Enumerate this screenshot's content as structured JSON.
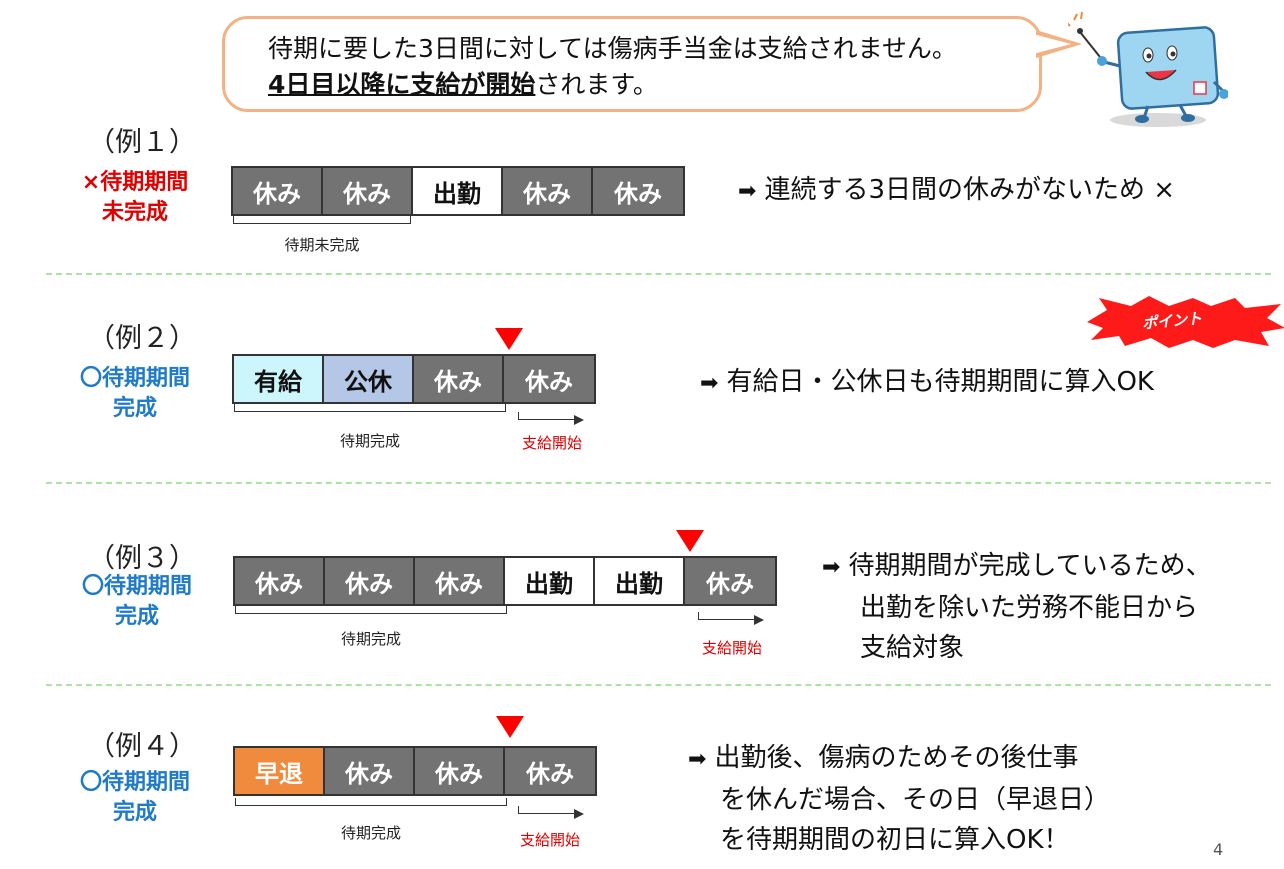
{
  "bubble": {
    "line1": "待期に要した3日間に対しては傷病手当金は支給されません。",
    "line2_bold": "4日目以降に支給が開始",
    "line2_rest": "されます。"
  },
  "examples": [
    {
      "label": "（例１）",
      "status_line1": "×待期期間",
      "status_line2": "未完成",
      "status_kind": "ng",
      "days": [
        {
          "text": "休み",
          "kind": "rest"
        },
        {
          "text": "休み",
          "kind": "rest"
        },
        {
          "text": "出勤",
          "kind": "work"
        },
        {
          "text": "休み",
          "kind": "rest"
        },
        {
          "text": "休み",
          "kind": "rest"
        }
      ],
      "brace_label": "待期未完成",
      "pay_label": "",
      "explanation": [
        "連続する3日間の休みがないため ×"
      ]
    },
    {
      "label": "（例２）",
      "status_line1": "〇待期期間",
      "status_line2": "完成",
      "status_kind": "ok",
      "days": [
        {
          "text": "有給",
          "kind": "paid"
        },
        {
          "text": "公休",
          "kind": "holiday"
        },
        {
          "text": "休み",
          "kind": "rest"
        },
        {
          "text": "休み",
          "kind": "rest"
        }
      ],
      "brace_label": "待期完成",
      "pay_label": "支給開始",
      "explanation": [
        "有給日・公休日も待期期間に算入OK"
      ]
    },
    {
      "label": "（例３）",
      "status_line1": "〇待期期間",
      "status_line2": "完成",
      "status_kind": "ok",
      "days": [
        {
          "text": "休み",
          "kind": "rest"
        },
        {
          "text": "休み",
          "kind": "rest"
        },
        {
          "text": "休み",
          "kind": "rest"
        },
        {
          "text": "出勤",
          "kind": "work"
        },
        {
          "text": "出勤",
          "kind": "work"
        },
        {
          "text": "休み",
          "kind": "rest"
        }
      ],
      "brace_label": "待期完成",
      "pay_label": "支給開始",
      "explanation": [
        "待期期間が完成しているため、",
        "出勤を除いた労務不能日から",
        "支給対象"
      ]
    },
    {
      "label": "（例４）",
      "status_line1": "〇待期期間",
      "status_line2": "完成",
      "status_kind": "ok",
      "days": [
        {
          "text": "早退",
          "kind": "early"
        },
        {
          "text": "休み",
          "kind": "rest"
        },
        {
          "text": "休み",
          "kind": "rest"
        },
        {
          "text": "休み",
          "kind": "rest"
        }
      ],
      "brace_label": "待期完成",
      "pay_label": "支給開始",
      "explanation": [
        "出勤後、傷病のためその後仕事",
        "を休んだ場合、その日（早退日）",
        "を待期期間の初日に算入OK！"
      ]
    }
  ],
  "point_badge": "ポイント",
  "page_number": "4",
  "colors": {
    "rest": "#737373",
    "paid": "#ccf6fb",
    "holiday": "#b4c7e7",
    "early": "#f08a3c",
    "marker": "#ff0000",
    "ng": "#e00000",
    "ok": "#1f7ac7",
    "bubble_border": "#f4b183",
    "divider": "#a8e6a0"
  },
  "icons": {
    "mascot": "health-insurance-card-mascot-icon",
    "bullet": "right-arrow-icon"
  }
}
